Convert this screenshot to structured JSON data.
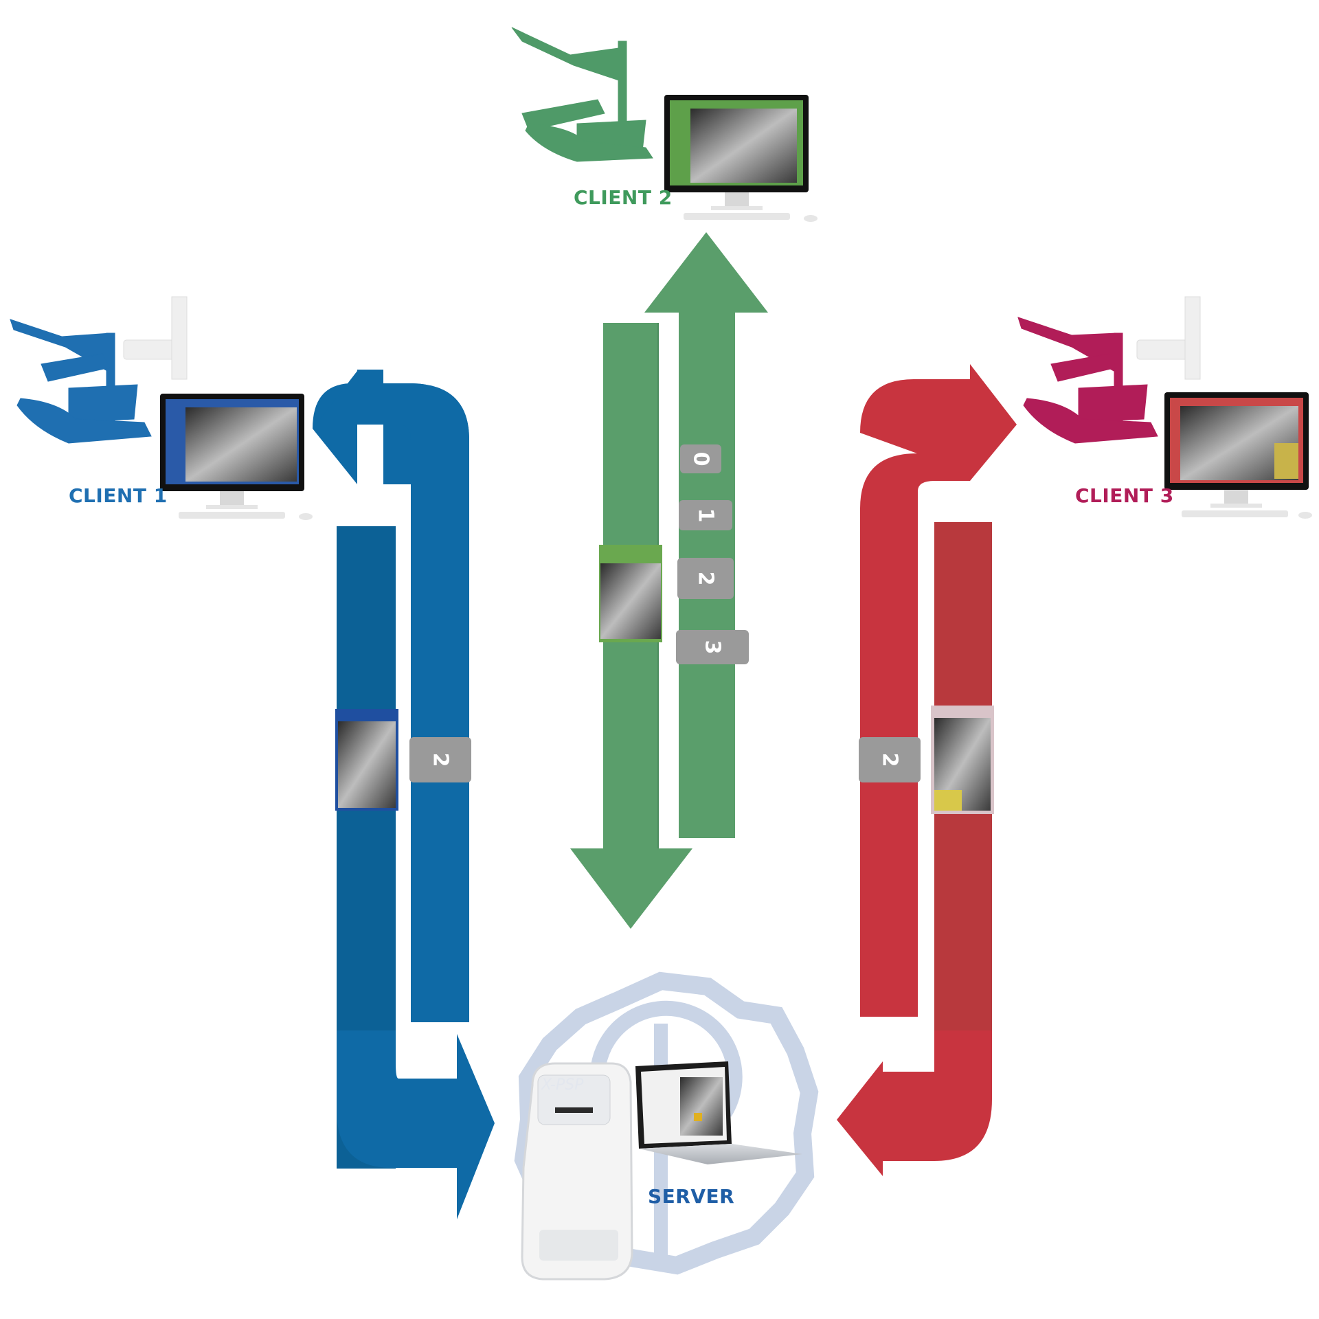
{
  "nodes": {
    "client1": {
      "label": "CLIENT 1",
      "color": "#1f6fb1"
    },
    "client2": {
      "label": "CLIENT 2",
      "color": "#3f9a5c"
    },
    "client3": {
      "label": "CLIENT 3",
      "color": "#b11d58"
    },
    "server": {
      "label": "SERVER",
      "color": "#1f5ea6",
      "device_brand": "X-PSP"
    }
  },
  "arrows": {
    "client1": {
      "color": "#0f6aa6",
      "chip_labels": [
        "2"
      ]
    },
    "client2": {
      "color": "#5a9e6b",
      "chip_labels": [
        "0",
        "1",
        "2",
        "3"
      ]
    },
    "client3": {
      "color": "#c8343f",
      "chip_labels": [
        "2"
      ]
    }
  },
  "icons": [
    "dental-chair-icon",
    "monitor-icon",
    "keyboard-icon",
    "mouse-icon",
    "laptop-icon",
    "psp-scanner-icon",
    "gear-emblem-icon",
    "x-ray-thumbnail-icon"
  ]
}
